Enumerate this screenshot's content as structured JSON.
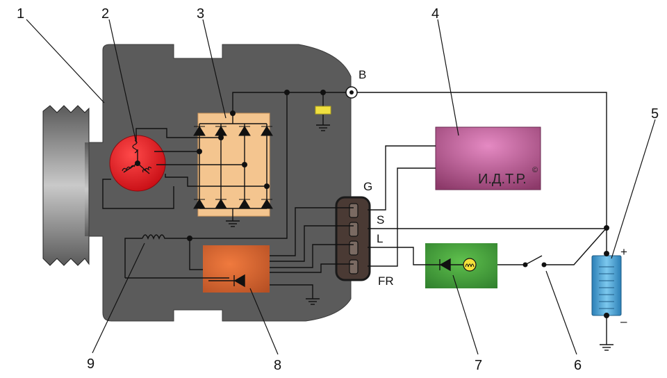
{
  "diagram": {
    "callouts": [
      "1",
      "2",
      "3",
      "4",
      "5",
      "6",
      "7",
      "8",
      "9"
    ],
    "terminals": {
      "b": "B",
      "g": "G",
      "s": "S",
      "l": "L",
      "fr": "FR"
    },
    "brand": {
      "text": "И.Д.Т.Р.",
      "mark": "©"
    },
    "battery": {
      "plus": "+",
      "minus": "–"
    },
    "colors": {
      "housing": "#5a5a5a",
      "rotor": "#e0141c",
      "rectifier": "#f4c58f",
      "ecu": "#b34f88",
      "regulator": "#e06a33",
      "lamp_unit": "#3f9c3a",
      "battery": "#4aa6d6",
      "capacitor": "#f0e040"
    }
  }
}
